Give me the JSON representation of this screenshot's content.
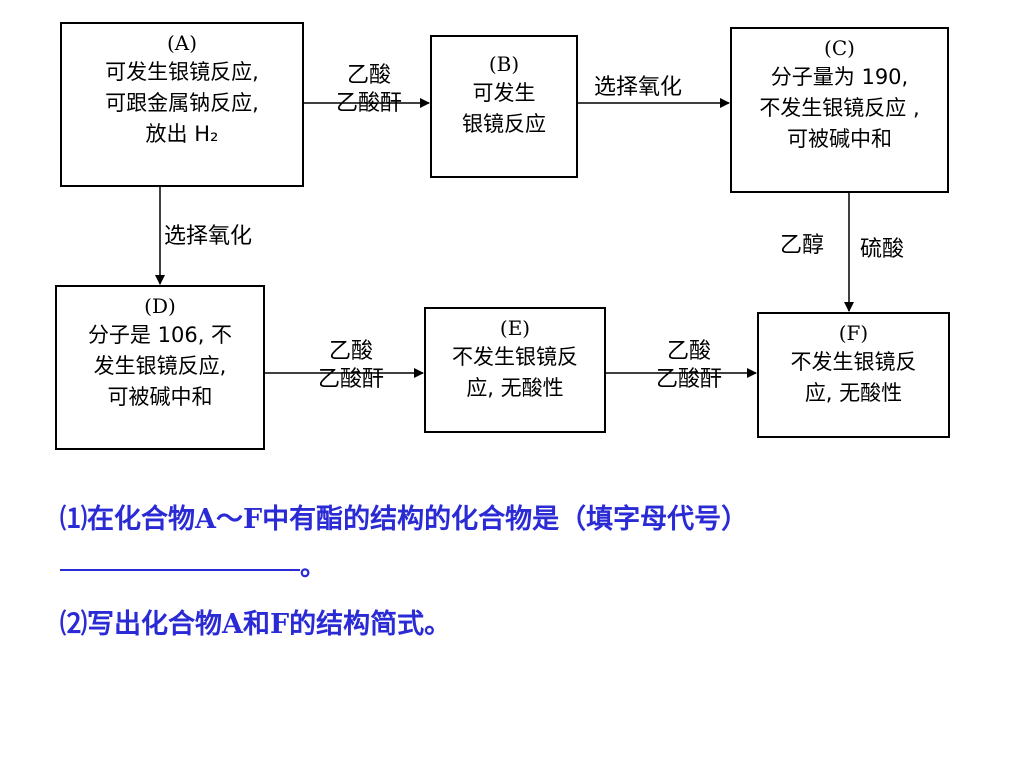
{
  "diagram": {
    "boxes": {
      "A": {
        "tag": "(A)",
        "lines": [
          "可发生银镜反应,",
          "可跟金属钠反应,",
          "放出 H₂"
        ]
      },
      "B": {
        "tag": "(B)",
        "lines": [
          "可发生",
          "银镜反应"
        ]
      },
      "C": {
        "tag": "(C)",
        "lines": [
          "分子量为 190,",
          "不发生银镜反应 ,",
          "可被碱中和"
        ]
      },
      "D": {
        "tag": "(D)",
        "lines": [
          "分子是 106, 不",
          "发生银镜反应,",
          "可被碱中和"
        ]
      },
      "E": {
        "tag": "(E)",
        "lines": [
          "不发生银镜反",
          "应, 无酸性"
        ]
      },
      "F": {
        "tag": "(F)",
        "lines": [
          "不发生银镜反",
          "应, 无酸性"
        ]
      }
    },
    "arrows": {
      "A_B": [
        "乙酸",
        "乙酸酐"
      ],
      "B_C": "选择氧化",
      "A_D": "选择氧化",
      "C_F_left": "乙醇",
      "C_F_right": "硫酸",
      "D_E": [
        "乙酸",
        "乙酸酐"
      ],
      "E_F": [
        "乙酸",
        "乙酸酐"
      ]
    }
  },
  "questions": {
    "q1": "⑴在化合物A～F中有酯的结构的化合物是（填字母代号）",
    "q1_end": "。",
    "q2": "⑵写出化合物A和F的结构简式。"
  }
}
